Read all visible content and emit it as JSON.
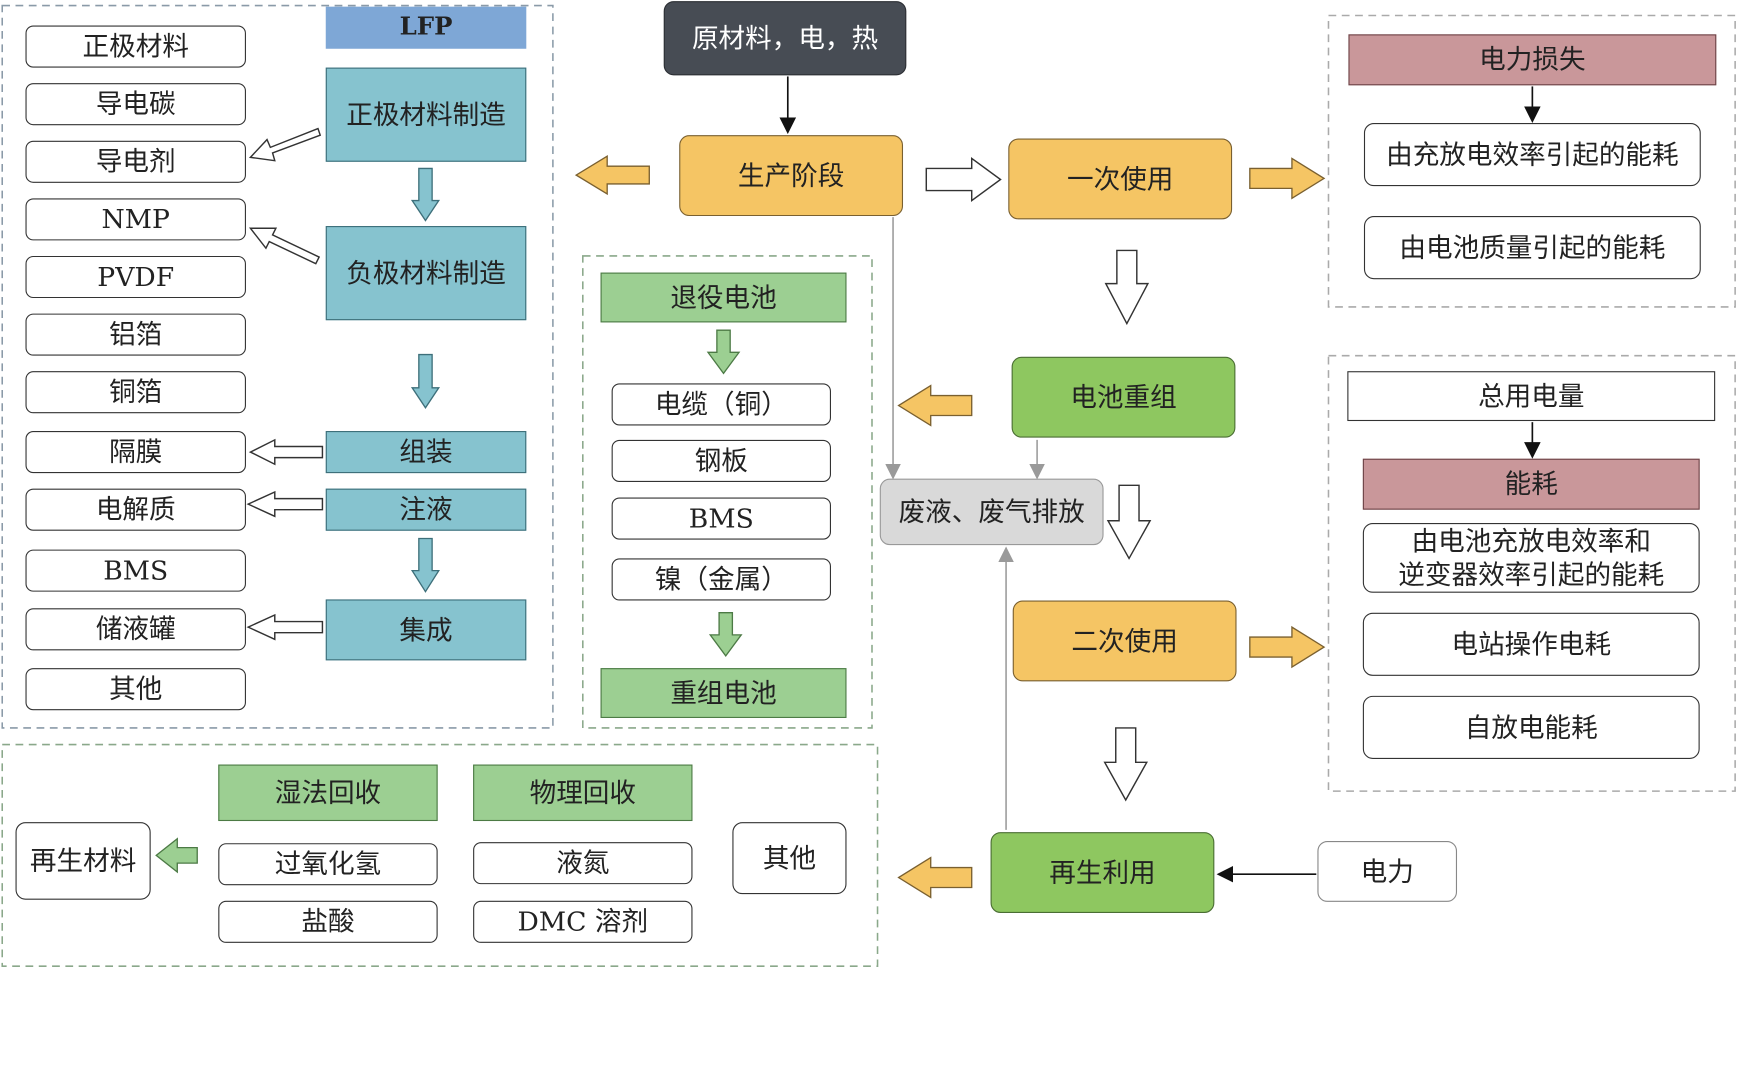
{
  "lfp": {
    "header": "LFP",
    "materials": [
      "正极材料",
      "导电碳",
      "导电剂",
      "NMP",
      "PVDF",
      "铝箔",
      "铜箔",
      "隔膜",
      "电解质",
      "BMS",
      "储液罐",
      "其他"
    ],
    "steps": [
      "正极材料制造",
      "负极材料制造",
      "组装",
      "注液",
      "集成"
    ]
  },
  "inputs": "原材料，电，热",
  "stages": {
    "production": "生产阶段",
    "first_use": "一次使用",
    "regroup": "电池重组",
    "second_use": "二次使用",
    "recycle": "再生利用",
    "waste": "废液、废气排放",
    "power": "电力"
  },
  "power_loss": {
    "title": "电力损失",
    "items": [
      "由充放电效率引起的能耗",
      "由电池质量引起的能耗"
    ]
  },
  "energy": {
    "total": "总用电量",
    "title": "能耗",
    "items": [
      "由电池充放电效率和\n逆变器效率引起的能耗",
      "电站操作电耗",
      "自放电能耗"
    ]
  },
  "regroup_panel": {
    "retired": "退役电池",
    "items": [
      "电缆（铜）",
      "钢板",
      "BMS",
      "镍（金属）"
    ],
    "regrouped": "重组电池"
  },
  "recycle_panel": {
    "wet": "湿法回收",
    "wet_items": [
      "过氧化氢",
      "盐酸"
    ],
    "physical": "物理回收",
    "physical_items": [
      "液氮",
      "DMC 溶剂"
    ],
    "other": "其他",
    "output": "再生材料"
  },
  "colors": {
    "orange_arrow": "#f5c564",
    "teal": "#86c3cf",
    "green": "#9ccf92",
    "pink": "#c9979a",
    "dashed_grey": "#999999",
    "dashed_green": "#8aa88a"
  }
}
